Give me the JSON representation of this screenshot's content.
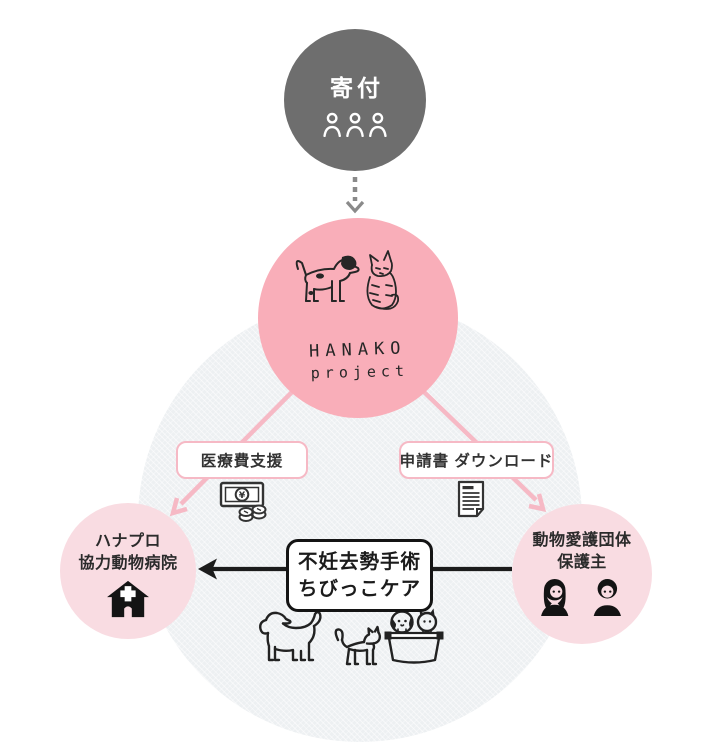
{
  "donor_circle": {
    "label": "寄付"
  },
  "logo_circle": {
    "name_line1": "HANAKO",
    "name_line2": "project"
  },
  "flow_labels": {
    "left": "医療費支援",
    "right": "申請書 ダウンロード"
  },
  "hospital_circle": {
    "line1": "ハナプロ",
    "line2": "協力動物病院"
  },
  "guardian_circle": {
    "line1": "動物愛護団体",
    "line2": "保護主"
  },
  "center_box": {
    "line1": "不妊去勢手術",
    "line2": "ちびっこケア"
  },
  "icons": {
    "donors": "three-people-outline",
    "money": "banknote-and-coins",
    "document": "application-form",
    "hospital": "house-with-cross",
    "guardians": "woman-and-man",
    "animals": "dog-cat-and-pet-carrier",
    "yen_symbol": "¥"
  },
  "colors": {
    "donor_gray": "#6e6e6e",
    "main_pink": "#f9aeb9",
    "light_pink": "#f9dce2",
    "arrow_pink": "#f6b9c5",
    "background_circle": "#edf0f2",
    "line_black": "#1c1c1c"
  }
}
